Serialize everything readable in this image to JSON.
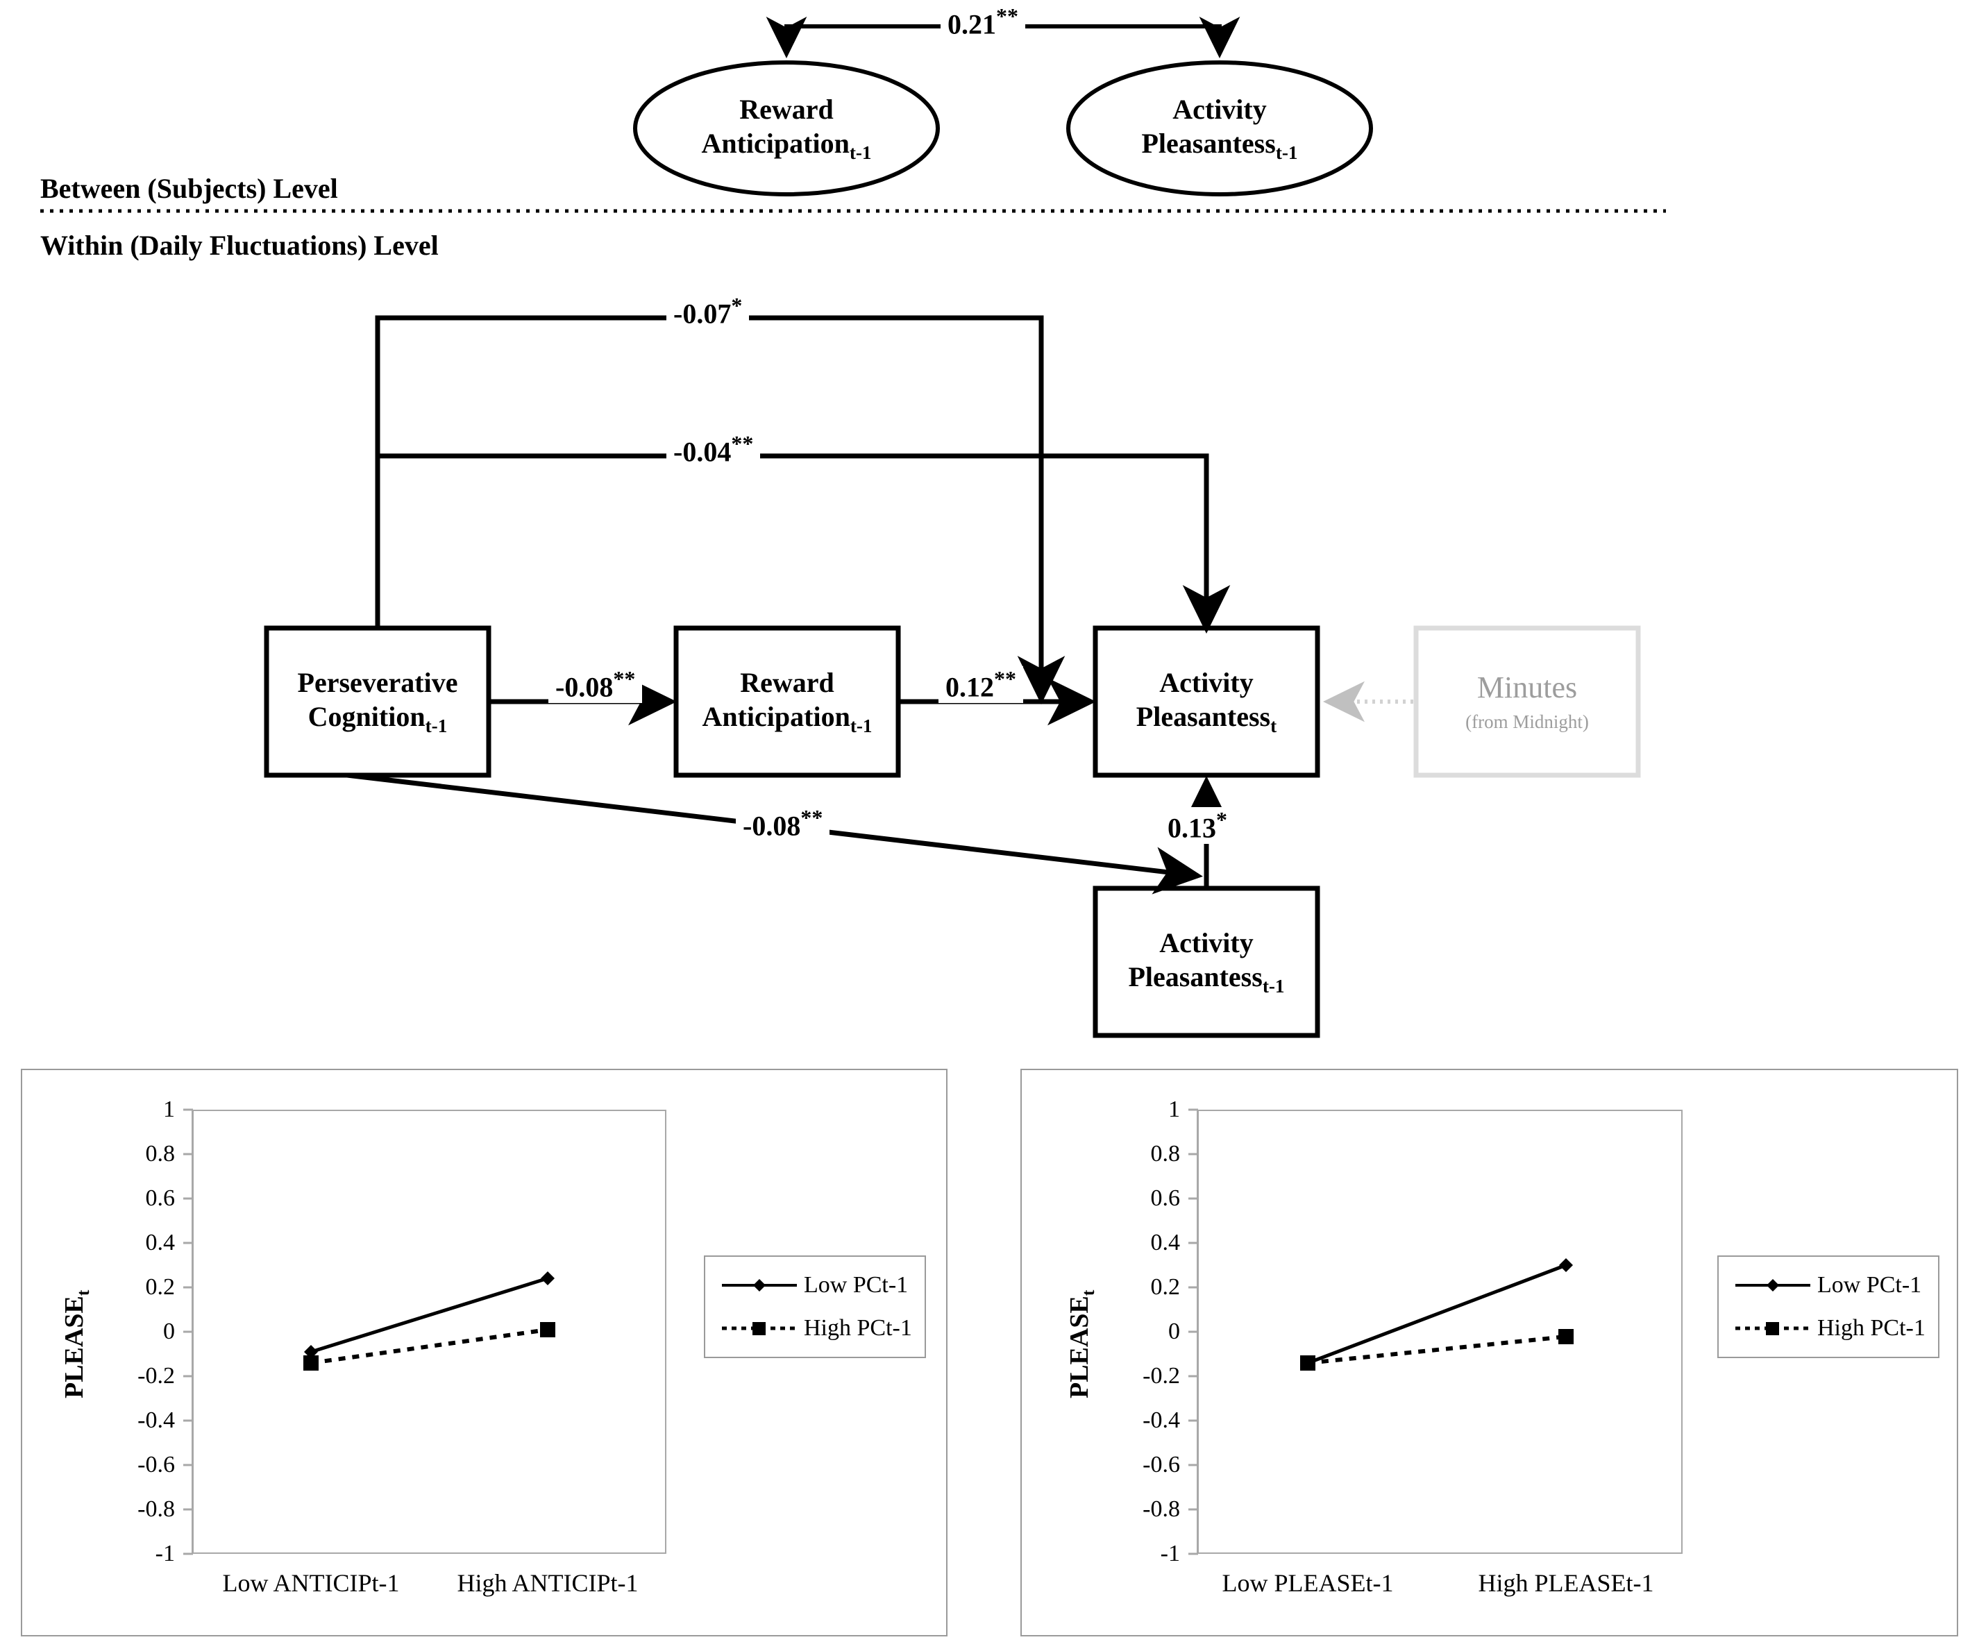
{
  "figure": {
    "levels": {
      "between": "Between (Subjects) Level",
      "within": "Within (Daily Fluctuations) Level"
    },
    "between_nodes": [
      {
        "id": "reward-anticipation-between",
        "line1": "Reward",
        "line2": "Anticipation",
        "subscript": "t-1",
        "shape": "ellipse"
      },
      {
        "id": "activity-pleasantess-between",
        "line1": "Activity",
        "line2": "Pleasantess",
        "subscript": "t-1",
        "shape": "ellipse"
      }
    ],
    "between_paths": [
      {
        "id": "between-covariance",
        "label": "0.21",
        "stars": "**"
      }
    ],
    "within_nodes": [
      {
        "id": "perseverative-cognition",
        "line1": "Perseverative",
        "line2": "Cognition",
        "subscript": "t-1",
        "shape": "rect"
      },
      {
        "id": "reward-anticipation-within",
        "line1": "Reward",
        "line2": "Anticipation",
        "subscript": "t-1",
        "shape": "rect"
      },
      {
        "id": "activity-pleasantess-t",
        "line1": "Activity",
        "line2": "Pleasantess",
        "subscript": "t",
        "shape": "rect"
      },
      {
        "id": "activity-pleasantess-t1",
        "line1": "Activity",
        "line2": "Pleasantess",
        "subscript": "t-1",
        "shape": "rect"
      },
      {
        "id": "minutes-covariate",
        "line1": "Minutes",
        "line2": "(from Midnight)",
        "subscript": "",
        "shape": "rect-grey"
      }
    ],
    "within_paths": [
      {
        "id": "pc-to-interaction-upper",
        "label": "-0.07",
        "stars": "*"
      },
      {
        "id": "pc-to-please-moderation",
        "label": "-0.04",
        "stars": "**"
      },
      {
        "id": "pc-to-anticip",
        "label": "-0.08",
        "stars": "**"
      },
      {
        "id": "anticip-to-please",
        "label": "0.12",
        "stars": "**"
      },
      {
        "id": "pc-to-please-direct",
        "label": "-0.08",
        "stars": "**"
      },
      {
        "id": "please-lag-to-please",
        "label": "0.13",
        "stars": "*"
      }
    ]
  },
  "chart_data": [
    {
      "id": "chart-anticip",
      "type": "line",
      "title": "",
      "xlabel": "",
      "ylabel": "PLEASE",
      "ylabel_subscript": "t",
      "categories": [
        "Low ANTICIPt-1",
        "High ANTICIPt-1"
      ],
      "yticks": [
        "1",
        "0.8",
        "0.6",
        "0.4",
        "0.2",
        "0",
        "-0.2",
        "-0.4",
        "-0.6",
        "-0.8",
        "-1"
      ],
      "ytick_values": [
        1,
        0.8,
        0.6,
        0.4,
        0.2,
        0,
        -0.2,
        -0.4,
        -0.6,
        -0.8,
        -1
      ],
      "ylim": [
        -1,
        1
      ],
      "grid": false,
      "legend_position": "right",
      "series": [
        {
          "name": "Low PCt-1",
          "values": [
            -0.09,
            0.24
          ],
          "style": "solid",
          "marker": "diamond"
        },
        {
          "name": "High PCt-1",
          "values": [
            -0.14,
            0.01
          ],
          "style": "dotted",
          "marker": "square"
        }
      ]
    },
    {
      "id": "chart-please",
      "type": "line",
      "title": "",
      "xlabel": "",
      "ylabel": "PLEASE",
      "ylabel_subscript": "t",
      "categories": [
        "Low PLEASEt-1",
        "High PLEASEt-1"
      ],
      "yticks": [
        "1",
        "0.8",
        "0.6",
        "0.4",
        "0.2",
        "0",
        "-0.2",
        "-0.4",
        "-0.6",
        "-0.8",
        "-1"
      ],
      "ytick_values": [
        1,
        0.8,
        0.6,
        0.4,
        0.2,
        0,
        -0.2,
        -0.4,
        -0.6,
        -0.8,
        -1
      ],
      "ylim": [
        -1,
        1
      ],
      "grid": false,
      "legend_position": "right",
      "series": [
        {
          "name": "Low PCt-1",
          "values": [
            -0.14,
            0.3
          ],
          "style": "solid",
          "marker": "diamond"
        },
        {
          "name": "High PCt-1",
          "values": [
            -0.14,
            -0.02
          ],
          "style": "dotted",
          "marker": "square"
        }
      ]
    }
  ],
  "colors": {
    "ink": "#000000",
    "muted": "#9b9b9b",
    "frame": "#9a9a9a"
  }
}
